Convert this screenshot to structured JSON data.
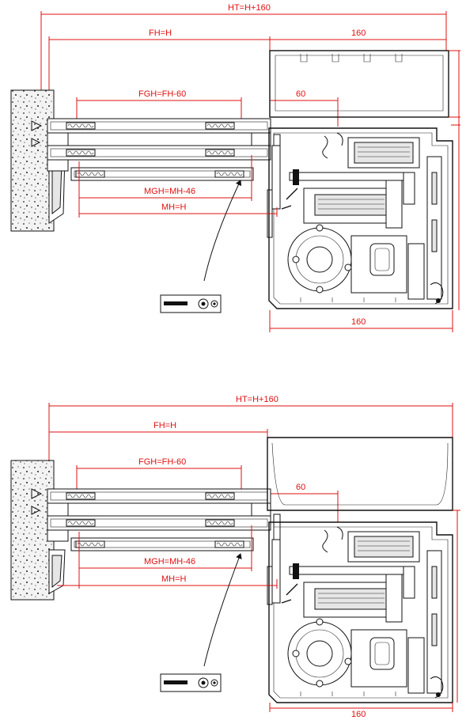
{
  "figures": [
    {
      "dimensions": {
        "total_width": "HT=H+160",
        "frame_width": "FH=H",
        "box_width_top": "160",
        "fabric_guide_width": "FGH=FH-60",
        "offset": "60",
        "motor_glass_width": "MGH=MH-46",
        "motor_width": "MH=H",
        "box_width_bottom": "160"
      }
    },
    {
      "dimensions": {
        "total_width": "HT=H+160",
        "frame_width": "FH=H",
        "fabric_guide_width": "FGH=FH-60",
        "offset": "60",
        "motor_glass_width": "MGH=MH-46",
        "motor_width": "MH=H",
        "box_width_bottom": "160"
      }
    }
  ],
  "colors": {
    "dimension": "#e01010",
    "line": "#111111"
  },
  "icons": [
    "wall-section",
    "seal-strip",
    "brush-seal",
    "motor-unit",
    "control-switch"
  ]
}
